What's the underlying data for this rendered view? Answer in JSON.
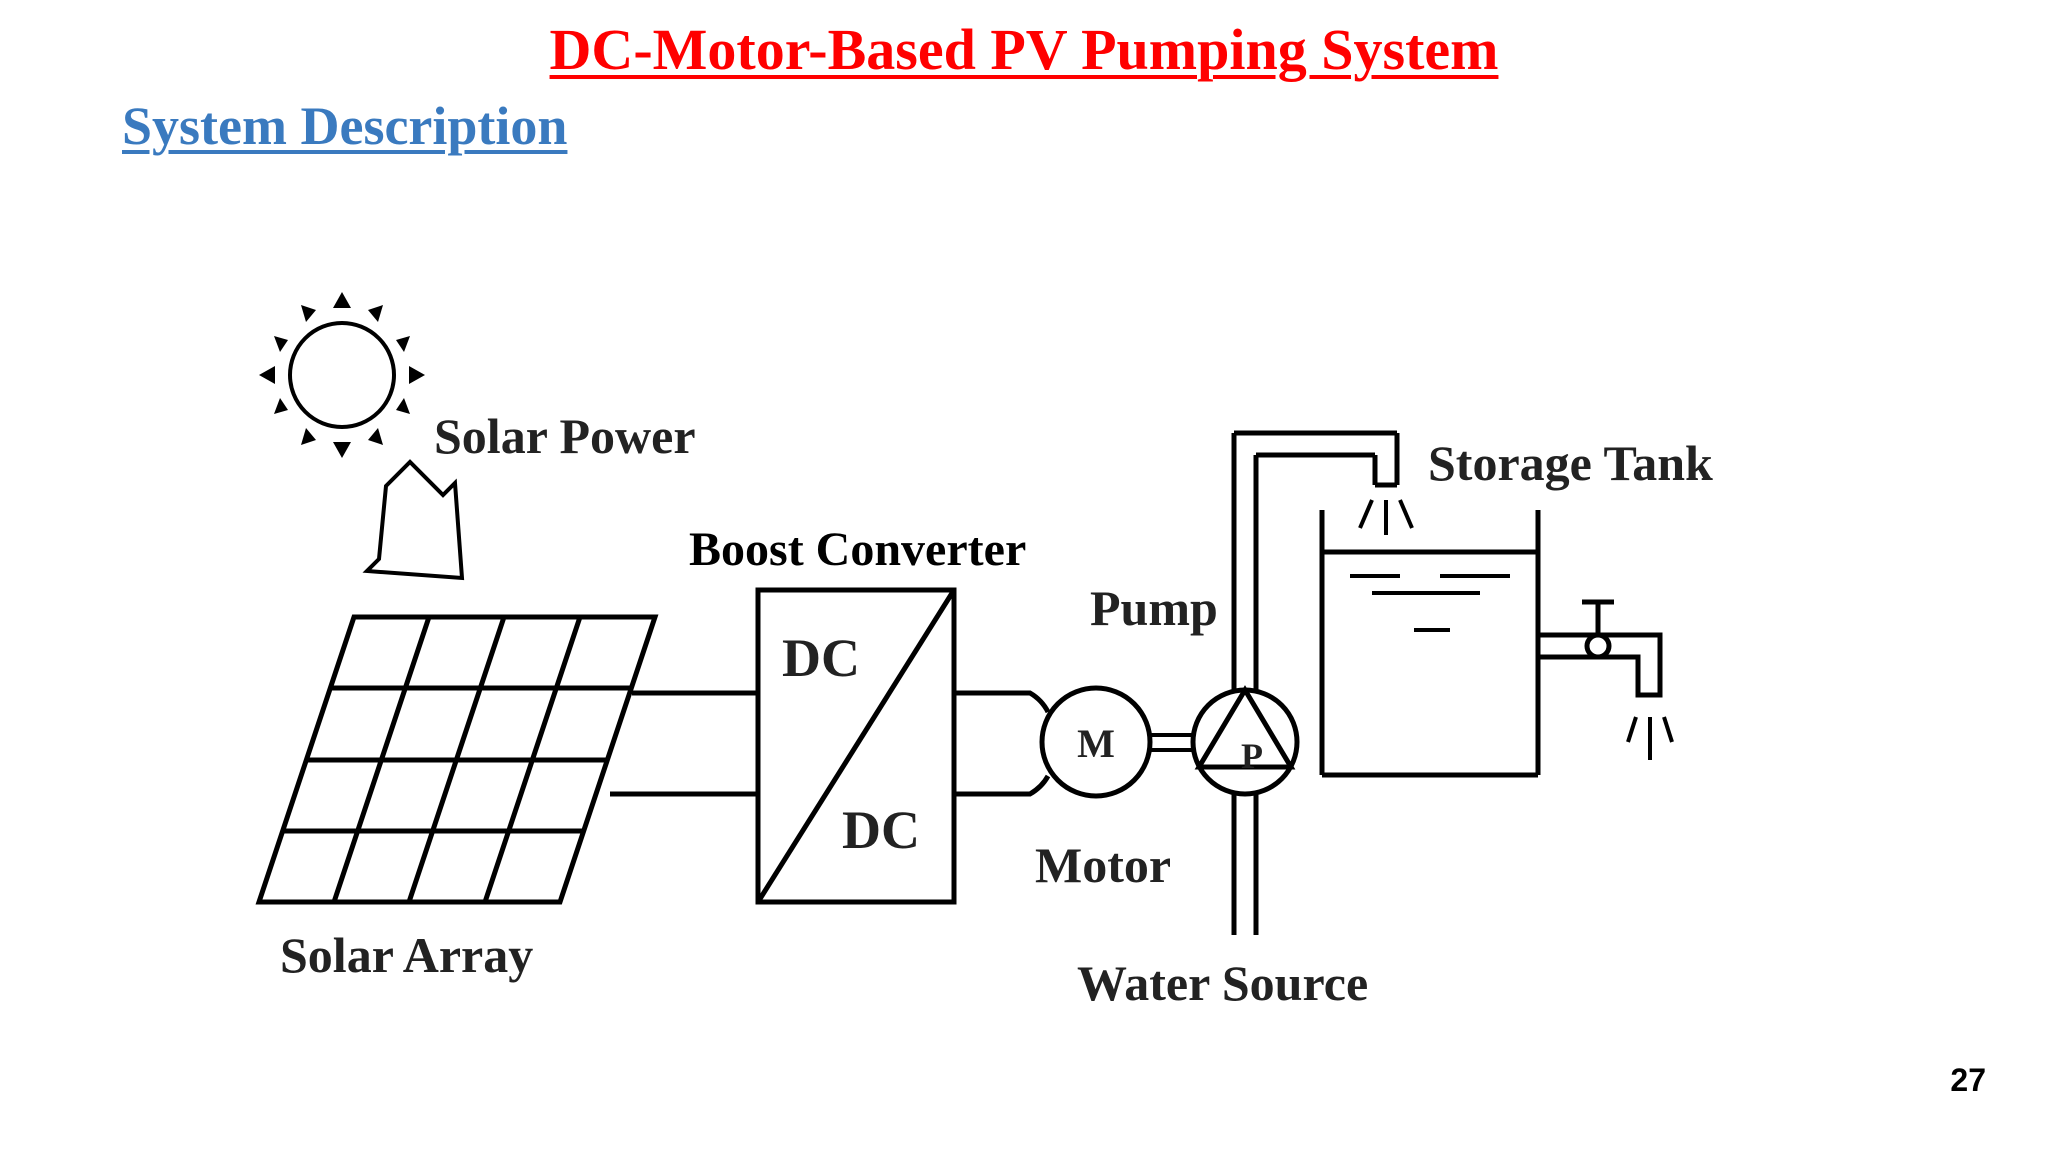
{
  "slide": {
    "title": "DC-Motor-Based PV Pumping System",
    "subtitle": "System Description",
    "page_number": "27"
  },
  "diagram": {
    "labels": {
      "solar_power": "Solar Power",
      "solar_array": "Solar Array",
      "boost_converter": "Boost Converter",
      "dc_in": "DC",
      "dc_out": "DC",
      "motor_symbol": "M",
      "motor": "Motor",
      "pump_symbol": "P",
      "pump": "Pump",
      "storage_tank": "Storage Tank",
      "water_source": "Water Source"
    }
  },
  "colors": {
    "title": "#ff0000",
    "subtitle": "#3a7abf",
    "line": "#000000"
  }
}
